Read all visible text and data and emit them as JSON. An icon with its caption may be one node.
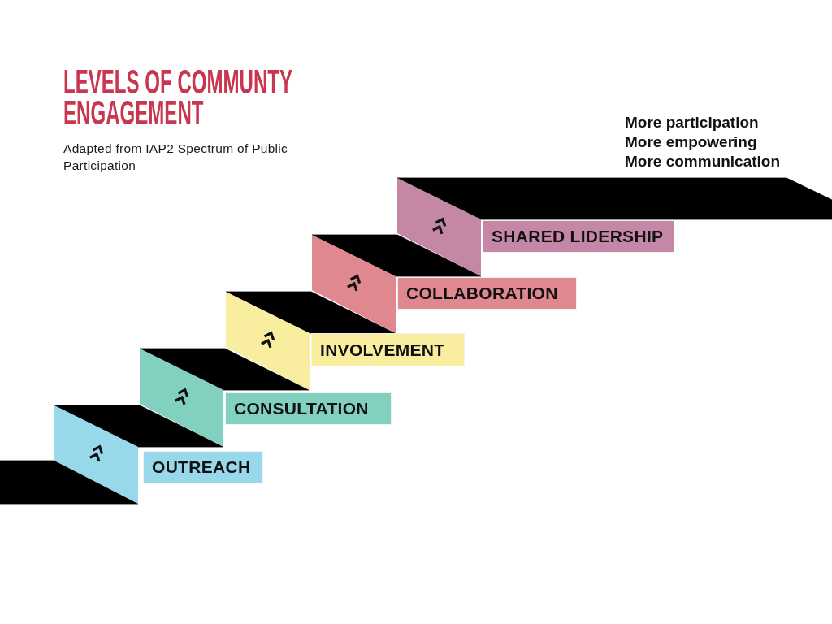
{
  "diagram": {
    "title": "LEVELS OF COMMUNTY ENGAGEMENT",
    "nodes": [
      {
        "text": [
          "OUTREACH"
        ]
      },
      {
        "text": [
          "CONSULTATION"
        ]
      },
      {
        "text": [
          "INVOLVEMENT"
        ]
      },
      {
        "text": [
          "COLLABORATION"
        ]
      },
      {
        "text": [
          "SHARED LIDERSHIP"
        ]
      }
    ],
    "labels": [
      "Adapted from IAP2 Spectrum of Public Participation",
      "More participation",
      "More empowering",
      "More communication"
    ]
  }
}
